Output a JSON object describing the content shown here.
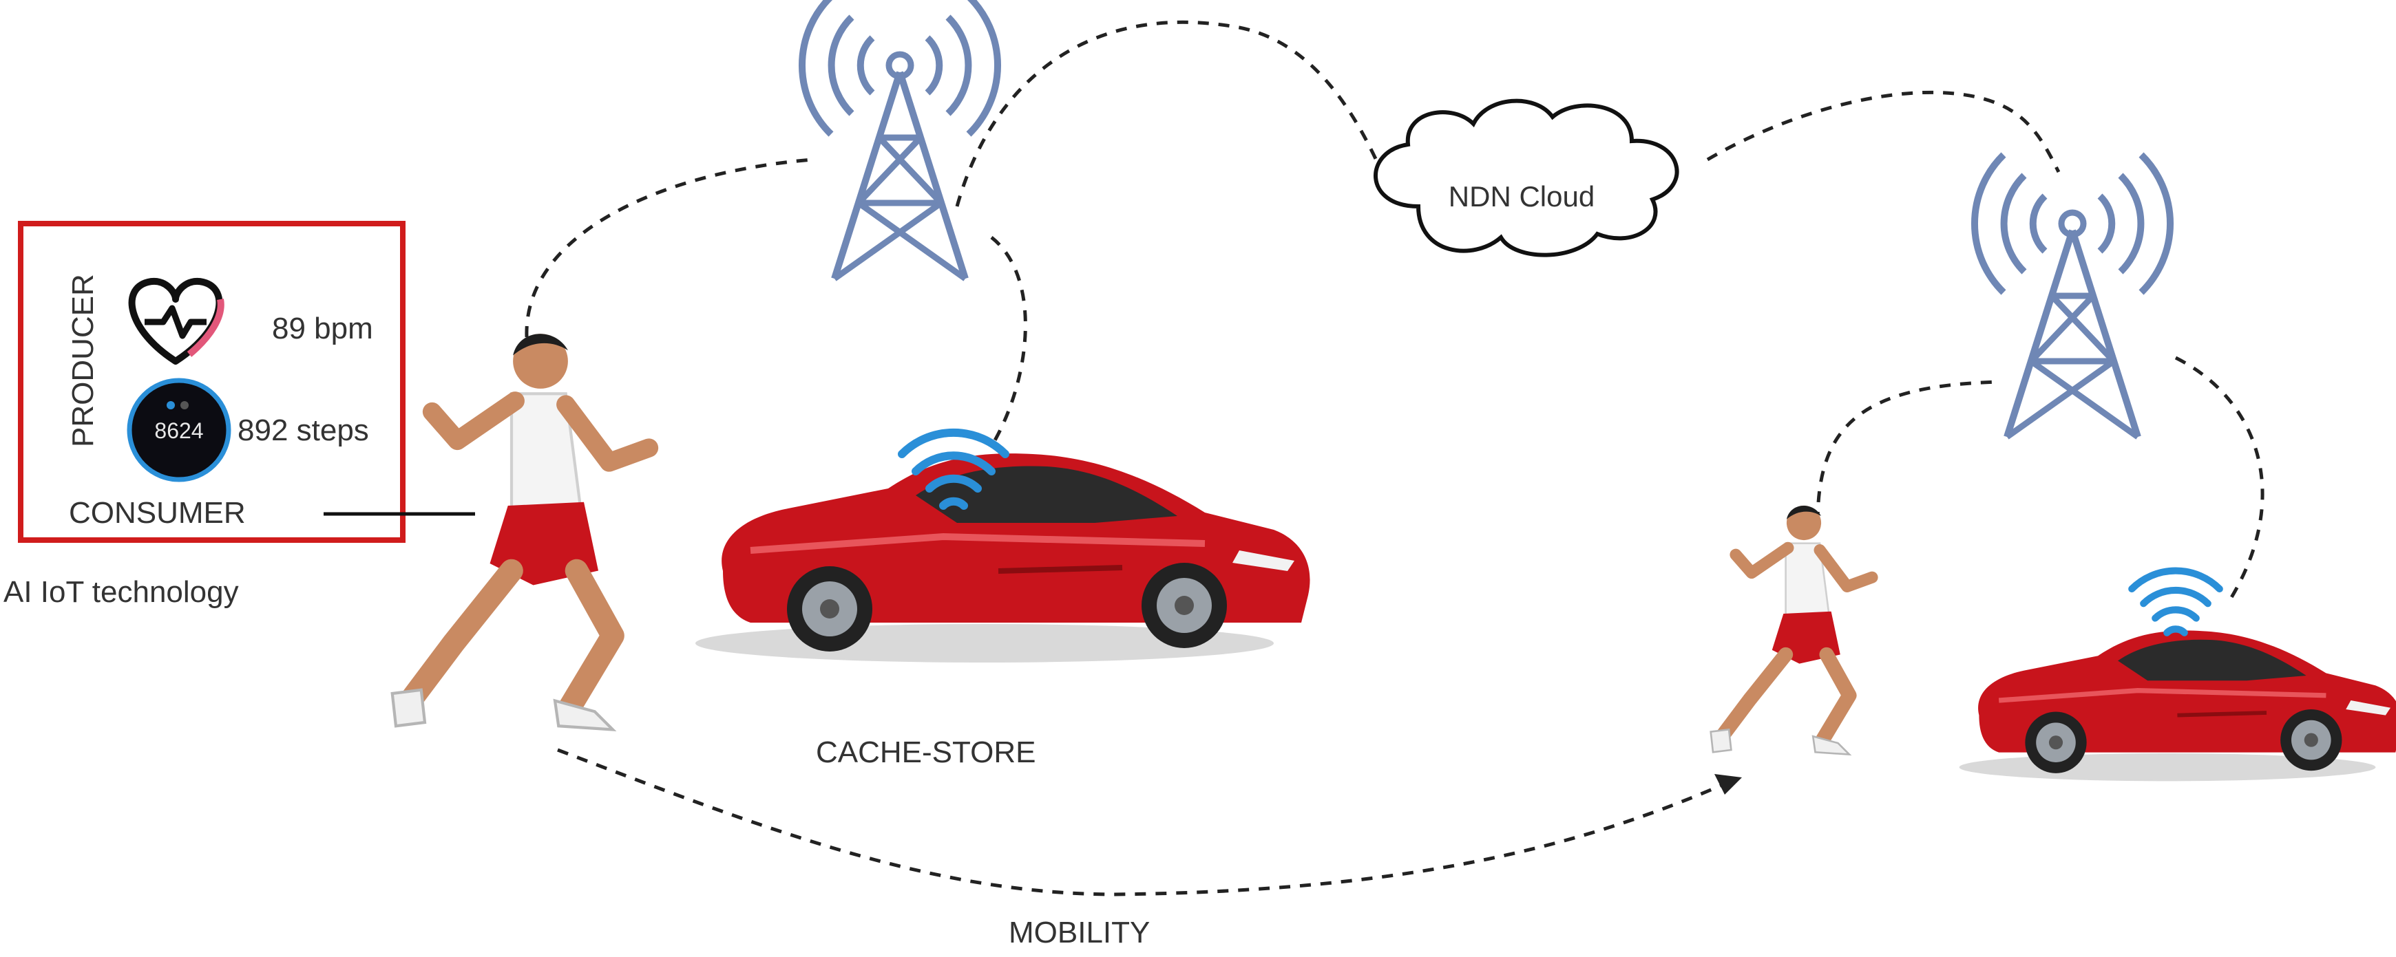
{
  "diagram": {
    "producer_label": "PRODUCER",
    "heart_rate": "89 bpm",
    "steps": "892 steps",
    "watch_reading": "8624",
    "consumer_label": "CONSUMER",
    "ai_label": "AI IoT technology",
    "cache_label": "CACHE-STORE",
    "cloud_label": "NDN Cloud",
    "mobility_label": "MOBILITY"
  },
  "colors": {
    "tower": "#6f87b5",
    "wifi": "#2a8fd8",
    "car_red": "#c8141c",
    "box_border": "#d01c1c",
    "skin": "#c98a62",
    "shorts": "#c8141c"
  },
  "icons": [
    "heart-rate-icon",
    "smartwatch-icon",
    "cell-tower-icon",
    "wifi-signal-icon",
    "car-image",
    "runner-image",
    "cloud-shape"
  ]
}
